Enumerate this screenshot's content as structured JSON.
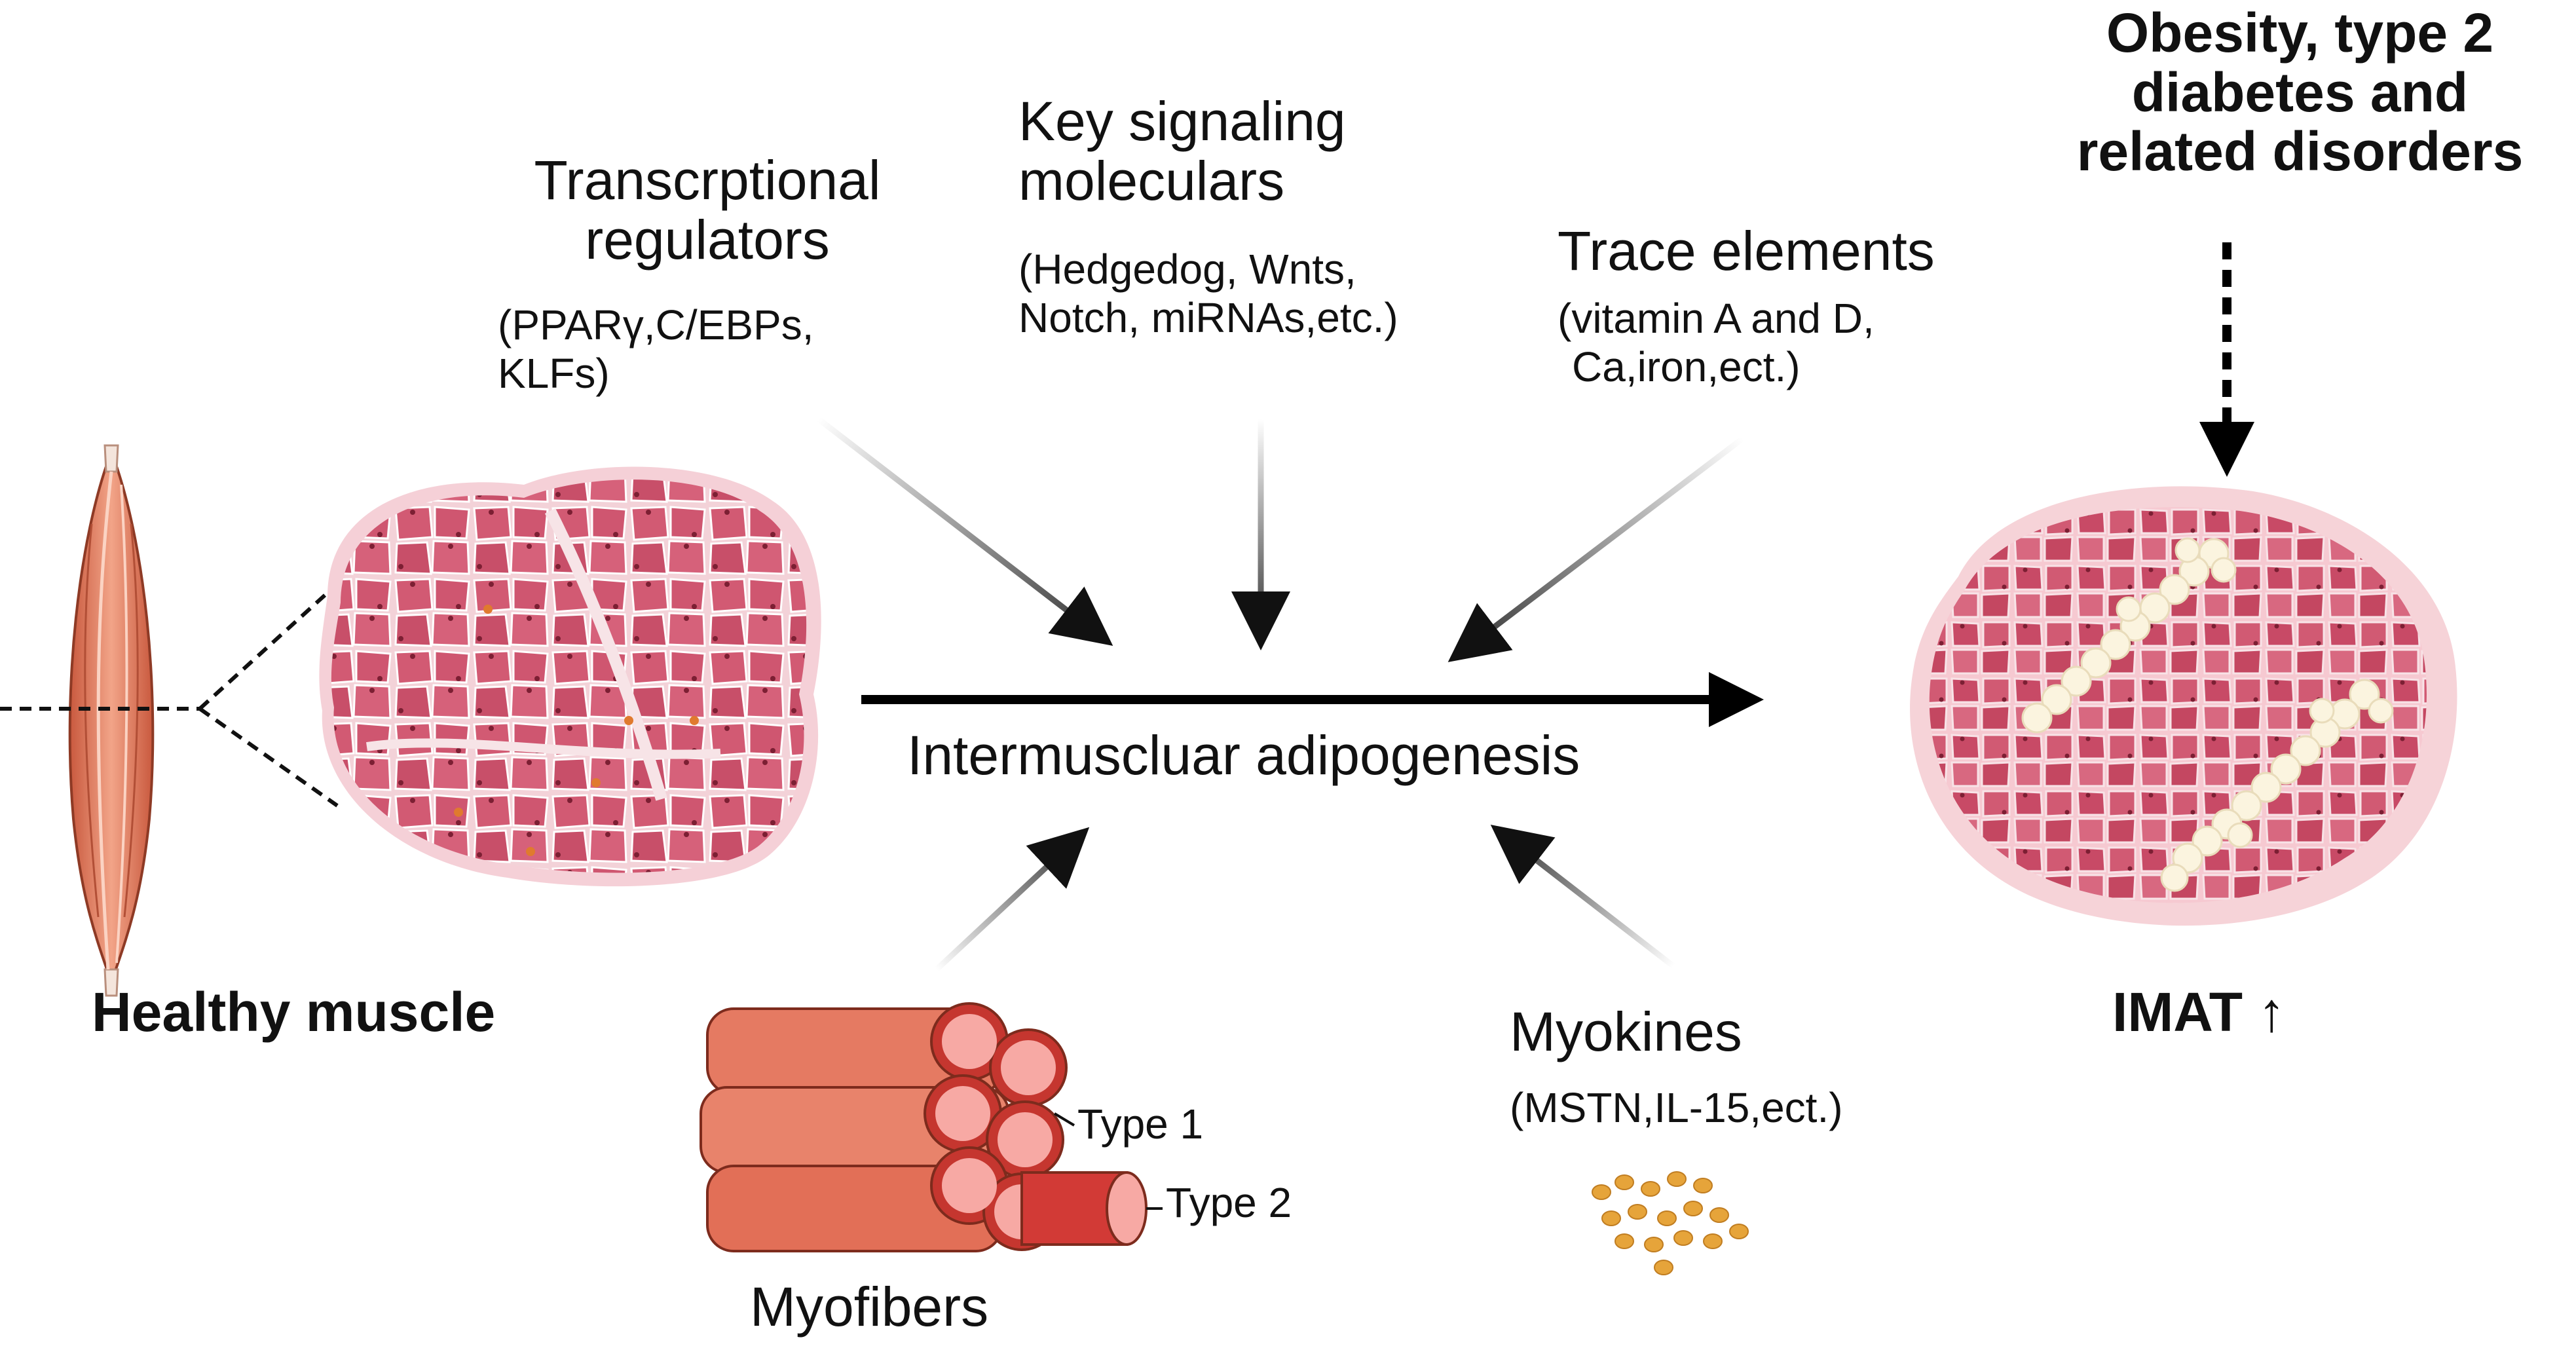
{
  "colors": {
    "muscle_fiber": "#d25a73",
    "muscle_fiber_dark": "#b84562",
    "connective": "#f6d3d8",
    "fat_cell": "#fbf4df",
    "orange_muscle": "#e8876a",
    "myofiber_body": "#e57a62",
    "myokine_dot": "#e6a43a",
    "arrow_dark": "#111111"
  },
  "labels": {
    "transcription_title": [
      "Transcrptional",
      "regulators"
    ],
    "transcription_sub": [
      "(PPARγ,C/EBPs,",
      "KLFs)"
    ],
    "signaling_title": [
      "Key signaling",
      "molecular s"
    ],
    "signaling_sub": [
      "(Hedgedog, Wnts,",
      "Notch, miRNAs,etc.)"
    ],
    "trace_title": "Trace elements",
    "trace_sub": [
      "(vitamin A and D,",
      "Ca,iron,ect.)"
    ],
    "obesity": [
      "Obesity, type 2",
      "diabetes and",
      "related disorders"
    ],
    "center": "Intermuscluar adipogenesis",
    "healthy": "Healthy muscle",
    "imat": "IMAT ↑",
    "myofibers": "Myofibers",
    "type1": "Type 1",
    "type2": "Type 2",
    "myokines_title": "Myokines",
    "myokines_sub": "(MSTN,IL-15,ect.)"
  }
}
